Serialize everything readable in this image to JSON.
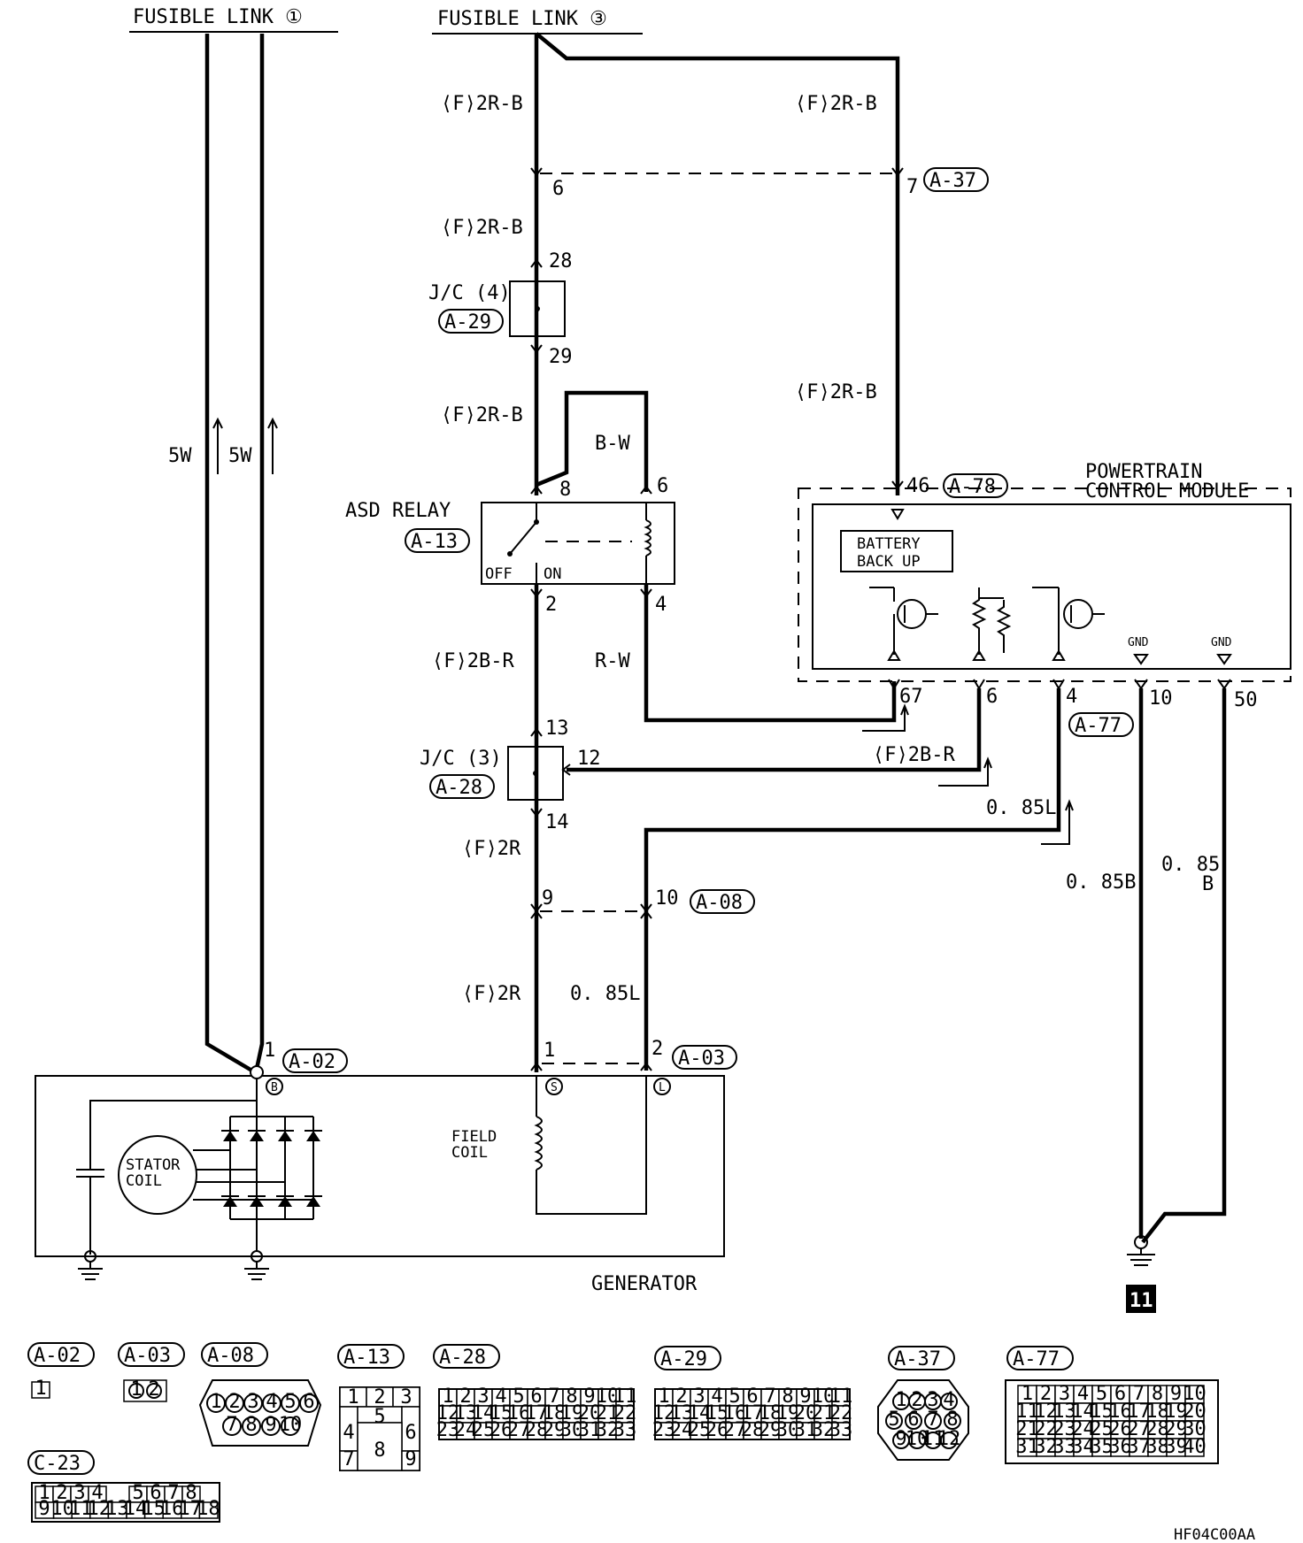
{
  "fuse": {
    "link1": "FUSIBLE LINK ①",
    "link3": "FUSIBLE LINK ③"
  },
  "wires": {
    "w5w_left": "5W",
    "w5w_right": "5W",
    "f2rb_1": "⟨F⟩2R-B",
    "f2rb_2": "⟨F⟩2R-B",
    "f2rb_3": "⟨F⟩2R-B",
    "f2rb_4": "⟨F⟩2R-B",
    "f2rb_5": "⟨F⟩2R-B",
    "bw": "B-W",
    "f2br_1": "⟨F⟩2B-R",
    "rw": "R-W",
    "f2br_2": "⟨F⟩2B-R",
    "l085_1": "0. 85L",
    "f2r_1": "⟨F⟩2R",
    "f2r_2": "⟨F⟩2R",
    "l085_2": "0. 85L",
    "b085": "0. 85B",
    "b085b_1": "0. 85",
    "b085b_2": "B"
  },
  "pins": {
    "p6": "6",
    "p7": "7",
    "p28": "28",
    "p29": "29",
    "p8": "8",
    "p6r": "6",
    "p2": "2",
    "p4": "4",
    "p46": "46",
    "p67": "67",
    "p6b": "6",
    "p4b": "4",
    "p10": "10",
    "p50": "50",
    "p13": "13",
    "p12": "12",
    "p14": "14",
    "p9": "9",
    "p10b": "10",
    "p1": "1",
    "p1b": "1",
    "p2b": "2"
  },
  "connectors": {
    "a37": "A-37",
    "a29": "A-29",
    "a13": "A-13",
    "a78": "A-78",
    "a28": "A-28",
    "a77": "A-77",
    "a08": "A-08",
    "a02": "A-02",
    "a03": "A-03"
  },
  "components": {
    "jc4": "J/C (4)",
    "jc3": "J/C (3)",
    "asd": "ASD RELAY",
    "off": "OFF",
    "on": "ON",
    "pcm1": "POWERTRAIN",
    "pcm2": "CONTROL MODULE",
    "bat1": "BATTERY",
    "bat2": "BACK UP",
    "gnd1": "GND",
    "gnd2": "GND",
    "stator1": "STATOR",
    "stator2": "COIL",
    "field1": "FIELD",
    "field2": "COIL",
    "generator": "GENERATOR",
    "term_b": "B",
    "term_s": "S",
    "term_l": "L",
    "ground_no": "11"
  },
  "legend": {
    "a02": "A-02",
    "a03": "A-03",
    "a08": "A-08",
    "a13": "A-13",
    "a28": "A-28",
    "a29": "A-29",
    "a37": "A-37",
    "a77": "A-77",
    "c23": "C-23",
    "a02_pins": [
      "1"
    ],
    "a03_pins": [
      "1",
      "2"
    ],
    "a08_pins": [
      "1",
      "2",
      "3",
      "4",
      "5",
      "6",
      "7",
      "8",
      "9",
      "10"
    ],
    "a13_pins": [
      "1",
      "2",
      "3",
      "4",
      "5",
      "6",
      "7",
      "8",
      "9"
    ],
    "a2829_rows": [
      [
        "1",
        "2",
        "3",
        "4",
        "5",
        "6",
        "7",
        "8",
        "9",
        "10",
        "11"
      ],
      [
        "12",
        "13",
        "14",
        "15",
        "16",
        "17",
        "18",
        "19",
        "20",
        "21",
        "22"
      ],
      [
        "23",
        "24",
        "25",
        "26",
        "27",
        "28",
        "29",
        "30",
        "31",
        "32",
        "33"
      ]
    ],
    "a37_pins": [
      "1",
      "2",
      "3",
      "4",
      "5",
      "6",
      "7",
      "8",
      "9",
      "10",
      "11",
      "12"
    ],
    "a77_rows": [
      [
        "1",
        "2",
        "3",
        "4",
        "5",
        "6",
        "7",
        "8",
        "9",
        "10"
      ],
      [
        "11",
        "12",
        "13",
        "14",
        "15",
        "16",
        "17",
        "18",
        "19",
        "20"
      ],
      [
        "21",
        "22",
        "23",
        "24",
        "25",
        "26",
        "27",
        "28",
        "29",
        "30"
      ],
      [
        "31",
        "32",
        "33",
        "34",
        "35",
        "36",
        "37",
        "38",
        "39",
        "40"
      ]
    ],
    "c23_rows": [
      [
        "1",
        "2",
        "3",
        "4",
        "5",
        "6",
        "7",
        "8"
      ],
      [
        "9",
        "10",
        "11",
        "12",
        "13",
        "14",
        "15",
        "16",
        "17",
        "18"
      ]
    ]
  },
  "code": "HF04C00AA"
}
